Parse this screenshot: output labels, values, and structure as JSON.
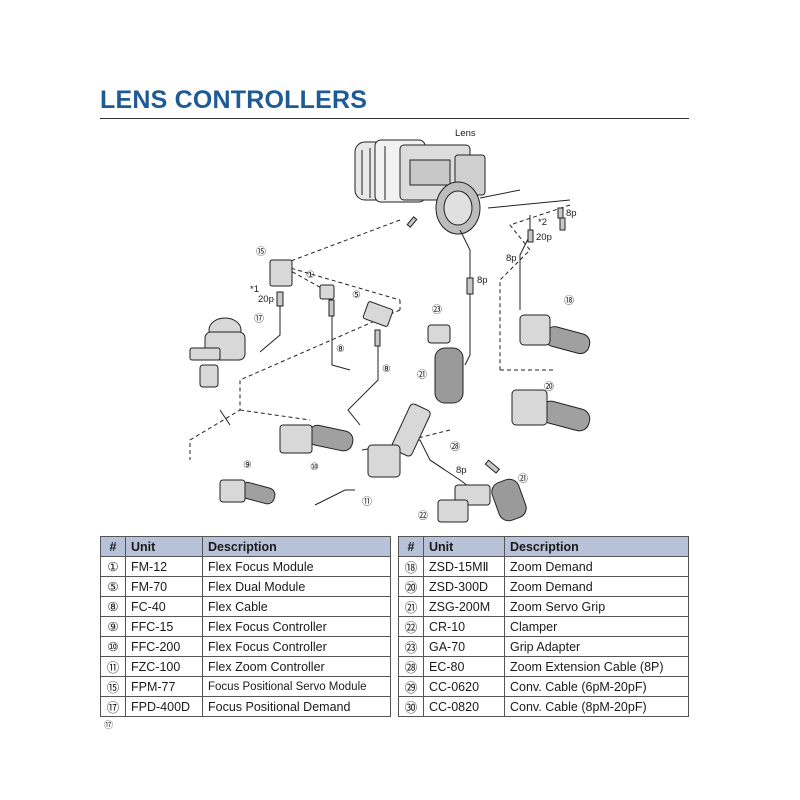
{
  "page": {
    "title": "LENS CONTROLLERS"
  },
  "diagram": {
    "labels": {
      "lens": "Lens",
      "note1_mark": "*1",
      "note1_pin": "20p",
      "note2_mark": "*2",
      "note2_pin": "20p",
      "pin_8p_a": "8p",
      "pin_8p_b": "8p",
      "pin_8p_c": "8p",
      "pin_8p_d": "8p"
    },
    "callouts": [
      "⑮",
      "①",
      "⑤",
      "⑰",
      "⑧",
      "⑧",
      "㉓",
      "㉑",
      "⑱",
      "⑳",
      "⑩",
      "⑨",
      "⑪",
      "㉘",
      "㉑",
      "㉒"
    ]
  },
  "tables": {
    "headers": {
      "num": "#",
      "unit": "Unit",
      "description": "Description"
    },
    "left": [
      {
        "num": "①",
        "unit": "FM-12",
        "description": "Flex Focus Module"
      },
      {
        "num": "⑤",
        "unit": "FM-70",
        "description": "Flex Dual Module"
      },
      {
        "num": "⑧",
        "unit": "FC-40",
        "description": "Flex Cable"
      },
      {
        "num": "⑨",
        "unit": "FFC-15",
        "description": "Flex Focus Controller"
      },
      {
        "num": "⑩",
        "unit": "FFC-200",
        "description": "Flex Focus Controller"
      },
      {
        "num": "⑪",
        "unit": "FZC-100",
        "description": "Flex Zoom Controller"
      },
      {
        "num": "⑮",
        "unit": "FPM-77",
        "description": "Focus Positional Servo Module"
      },
      {
        "num": "⑰",
        "unit": "FPD-400D",
        "description": "Focus Positional Demand"
      }
    ],
    "right": [
      {
        "num": "⑱",
        "unit": "ZSD-15MⅡ",
        "description": "Zoom Demand"
      },
      {
        "num": "⑳",
        "unit": "ZSD-300D",
        "description": "Zoom Demand"
      },
      {
        "num": "㉑",
        "unit": "ZSG-200M",
        "description": "Zoom Servo Grip"
      },
      {
        "num": "㉒",
        "unit": "CR-10",
        "description": "Clamper"
      },
      {
        "num": "㉓",
        "unit": "GA-70",
        "description": "Grip Adapter"
      },
      {
        "num": "㉘",
        "unit": "EC-80",
        "description": "Zoom Extension Cable (8P)"
      },
      {
        "num": "㉙",
        "unit": "CC-0620",
        "description": "Conv. Cable (6pM-20pF)"
      },
      {
        "num": "㉚",
        "unit": "CC-0820",
        "description": "Conv. Cable (8pM-20pF)"
      }
    ]
  },
  "footnote": {
    "mark": "⑰"
  }
}
